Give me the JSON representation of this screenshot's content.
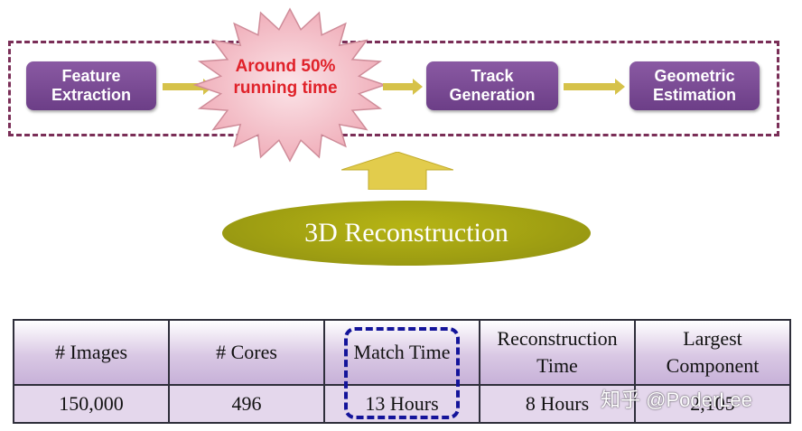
{
  "pipeline": {
    "stages": [
      "Feature\nExtraction",
      "Track\nGeneration",
      "Geometric\nEstimation"
    ],
    "callout": "Around 50%\nrunning time"
  },
  "reconstruction_label": "3D Reconstruction",
  "table": {
    "headers": [
      "# Images",
      "# Cores",
      "Match Time",
      "Reconstruction\nTime",
      "Largest\nComponent"
    ],
    "values": [
      "150,000",
      "496",
      "13 Hours",
      "8 Hours",
      "2,105"
    ],
    "highlighted_column": "Match Time"
  },
  "watermark": "知乎 @PoderLee",
  "colors": {
    "stage_fill": "#7a4b95",
    "frame": "#7a2e57",
    "burst_fill": "#f3b9c3",
    "burst_text": "#e0222a",
    "arrow": "#d6c24a",
    "ellipse": "#a3a313",
    "table_fill": "#d9c8e4",
    "highlight_border": "#14149a"
  }
}
